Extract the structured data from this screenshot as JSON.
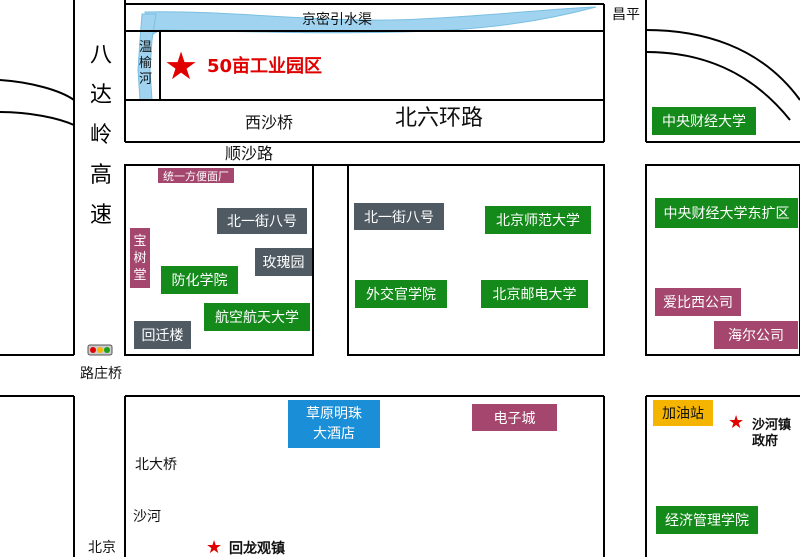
{
  "colors": {
    "road": "#000000",
    "water": "#9fd3ef",
    "green_building": "#148a1b",
    "gray_building": "#4f5a63",
    "magenta_building": "#a4466e",
    "blue_building": "#1a8ed6",
    "yellow_building": "#f4b400",
    "star": "#e00000"
  },
  "roads": {
    "jingmi_canal": "京密引水渠",
    "changping": "昌平",
    "wenyu_river": "温榆河",
    "badaling_expressway": "八达岭高速",
    "xisha_bridge": "西沙桥",
    "bei_liu_huan_road": "北六环路",
    "shunsha_road": "顺沙路",
    "luzhuang_bridge": "路庄桥",
    "beida_bridge": "北大桥",
    "shahe": "沙河",
    "beijing": "北京"
  },
  "landmarks": {
    "industrial_park": "50亩工业园区",
    "huilongguan": "回龙观镇",
    "shahe_gov": "沙河镇政府"
  },
  "buildings": {
    "tongyi_noodle": "统一方便面厂",
    "beiyi_west": "北一街八号",
    "baoshutang": "宝树堂",
    "meiguiyuan": "玫瑰园",
    "fanghua": "防化学院",
    "hangkong": "航空航天大学",
    "huiqianlou": "回迁楼",
    "beiyi_mid": "北一街八号",
    "bnu": "北京师范大学",
    "waijiao": "外交官学院",
    "bupt": "北京邮电大学",
    "cufe": "中央财经大学",
    "cufe_east": "中央财经大学东扩区",
    "abb": "爱比西公司",
    "haier": "海尔公司",
    "caoyuan": "草原明珠大酒店",
    "dianzicheng": "电子城",
    "jiayouzhan": "加油站",
    "jingji": "经济管理学院"
  }
}
